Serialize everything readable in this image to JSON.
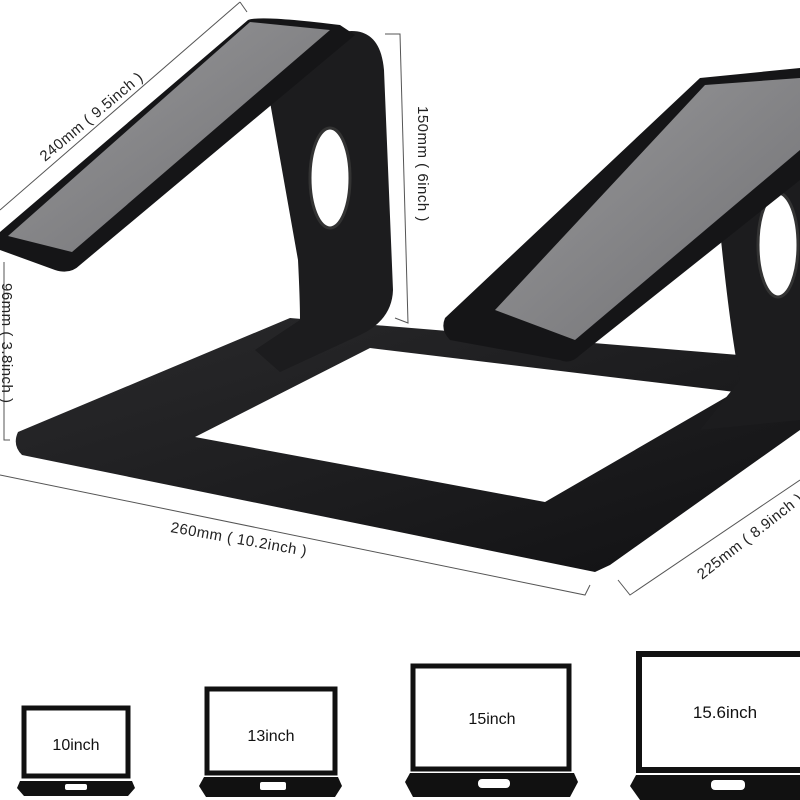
{
  "dimensions": {
    "length": "240mm ( 9.5inch )",
    "height": "150mm ( 6inch )",
    "front_height": "96mm ( 3.8inch )",
    "width": "260mm ( 10.2inch )",
    "depth": "225mm ( 8.9inch )"
  },
  "laptop_sizes": [
    {
      "label": "10inch"
    },
    {
      "label": "13inch"
    },
    {
      "label": "15inch"
    },
    {
      "label": "15.6inch"
    }
  ],
  "colors": {
    "stand": "#1e1e20",
    "plate": "#8a8a8c",
    "line": "#555555"
  }
}
